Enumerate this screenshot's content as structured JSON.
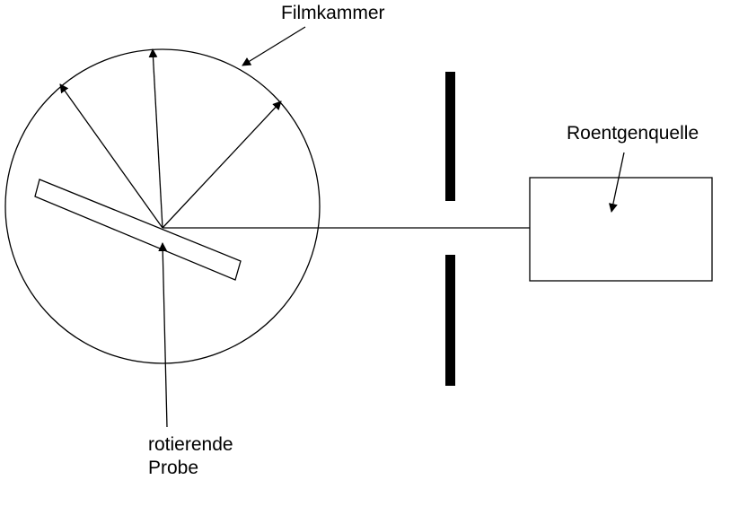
{
  "labels": {
    "film_chamber": "Filmkammer",
    "xray_source": "Roentgenquelle",
    "rotating_sample_line1": "rotierende",
    "rotating_sample_line2": "Probe"
  },
  "colors": {
    "stroke": "#000000",
    "background": "#ffffff"
  }
}
